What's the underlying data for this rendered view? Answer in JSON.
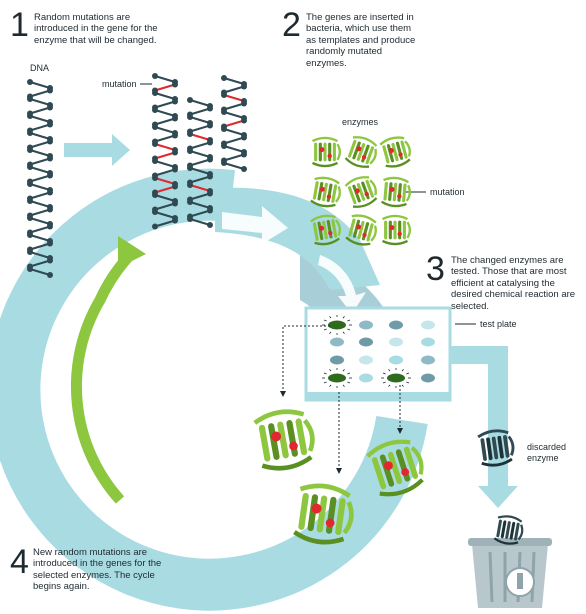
{
  "steps": [
    {
      "number": "1",
      "text": "Random mutations are introduced in the gene for the enzyme that will be changed."
    },
    {
      "number": "2",
      "text": "The genes are inserted in bacteria, which use them as templates and produce randomly mutated enzymes."
    },
    {
      "number": "3",
      "text": "The changed enzymes are tested. Those that are most efficient at catalysing the desired chemical reaction are selected."
    },
    {
      "number": "4",
      "text": "New random mutations are introduced in the genes for the selected enzymes. The cycle begins again."
    }
  ],
  "labels": {
    "dna": "DNA",
    "mutation_dna": "mutation",
    "enzymes": "enzymes",
    "mutation_enzyme": "mutation",
    "test_plate": "test plate",
    "discarded_enzyme": "discarded enzyme"
  },
  "colors": {
    "cycle": "#a9dbe2",
    "cycle_dark": "#7fb7c4",
    "green_arrow": "#8dc63f",
    "dna_dark": "#2f4a52",
    "mutation_red": "#e0282e",
    "enzyme_green": "#8dc63f",
    "text": "#1e2a30"
  }
}
